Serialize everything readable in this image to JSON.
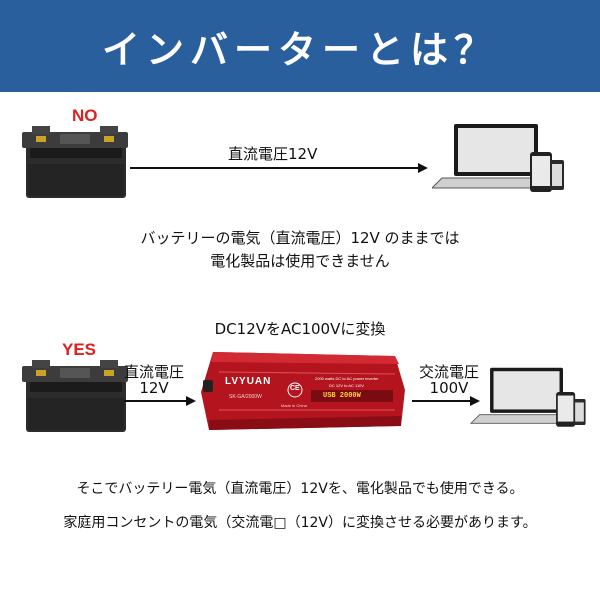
{
  "header": {
    "title": "インバーターとは？"
  },
  "section_no": {
    "badge": "NO",
    "arrow_label": "直流電圧12V",
    "desc_line1": "バッテリーの電気（直流電圧）12V のままでは",
    "desc_line2": "電化製品は使用できません"
  },
  "section_yes": {
    "badge": "YES",
    "title": "DC12VをAC100Vに変換",
    "left_label_1": "直流電圧",
    "left_label_2": "12V",
    "right_label_1": "交流電圧",
    "right_label_2": "100V"
  },
  "inverter": {
    "brand": "LVYUAN",
    "model": "SK-GA/2000W",
    "spec_line": "2000 watts DC to AC power inverter",
    "io_line": "DC 12V to AC 110V",
    "usb_line": "USB 2000W",
    "ce": "CE",
    "made_in": "Made in China"
  },
  "footer": {
    "line1": "そこでバッテリー電気（直流電圧）12Vを、電化製品でも使用できる。",
    "line2": "家庭用コンセントの電気（交流電□（12V）に変換させる必要があります。"
  },
  "colors": {
    "banner": "#2a5f9e",
    "badge": "#e02020",
    "inverter": "#b3141e"
  }
}
